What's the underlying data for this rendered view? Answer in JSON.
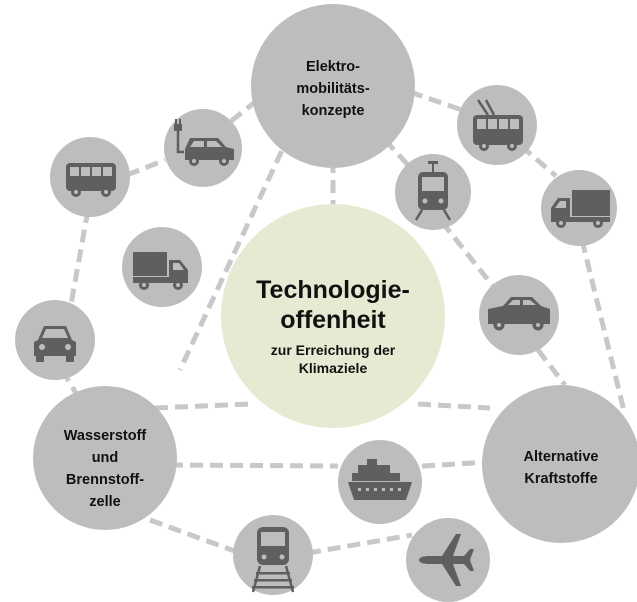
{
  "center": {
    "line1": "Technologie-",
    "line2": "offenheit",
    "line3": "zur Erreichung der",
    "line4": "Klimaziele"
  },
  "hubs": {
    "electro": [
      "Elektro-",
      "mobilitäts-",
      "konzepte"
    ],
    "hydrogen": [
      "Wasserstoff",
      "und",
      "Brennstoff-",
      "zelle"
    ],
    "fuels": [
      "Alternative",
      "Kraftstoffe"
    ]
  },
  "icons": [
    "ev-car-icon",
    "bus-icon",
    "car-icon",
    "truck-icon",
    "trolleybus-icon",
    "tram-icon",
    "ship-icon",
    "train-icon",
    "airplane-icon"
  ],
  "colors": {
    "center_fill": "#e6ead2",
    "hub_fill": "#bdbdbd",
    "icon_node_fill": "#bdbdbd",
    "icon_color": "#5f5f5f",
    "edge_color": "#c8c8c8"
  }
}
